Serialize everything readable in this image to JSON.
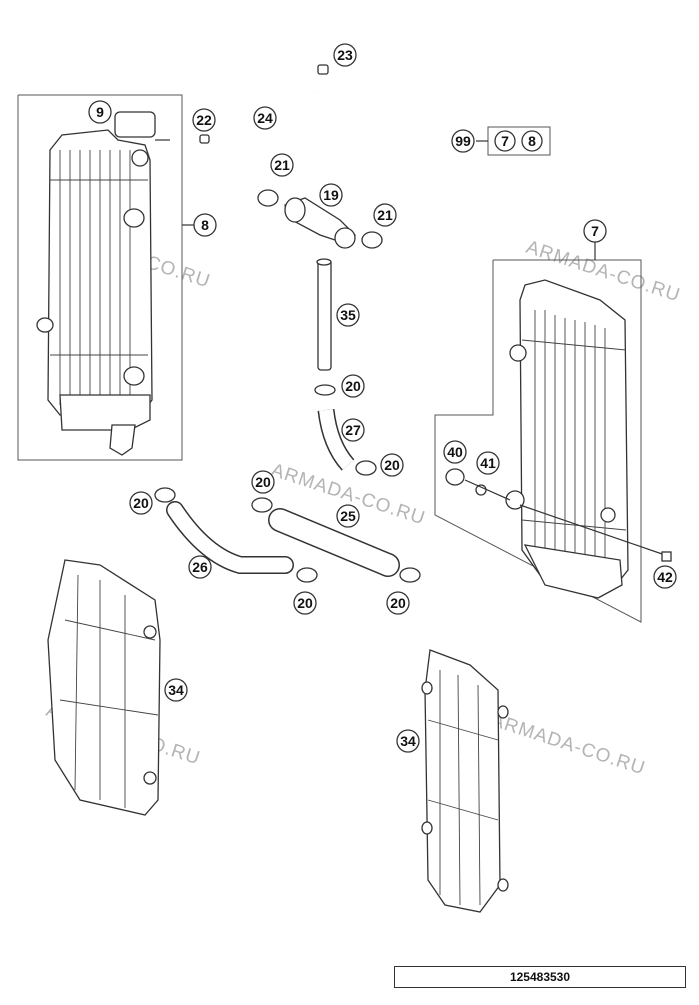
{
  "watermark": "ARMADA-CO.RU",
  "reference_number": "125483530",
  "callouts": {
    "c23": "23",
    "c9": "9",
    "c22": "22",
    "c24": "24",
    "c99": "99",
    "c7a": "7",
    "c8a": "8",
    "c21a": "21",
    "c19": "19",
    "c21b": "21",
    "c8": "8",
    "c7": "7",
    "c35": "35",
    "c20a": "20",
    "c27": "27",
    "c20b": "20",
    "c40": "40",
    "c41": "41",
    "c20c": "20",
    "c20d": "20",
    "c25": "25",
    "c26": "26",
    "c20e": "20",
    "c20f": "20",
    "c42": "42",
    "c34a": "34",
    "c34b": "34"
  }
}
